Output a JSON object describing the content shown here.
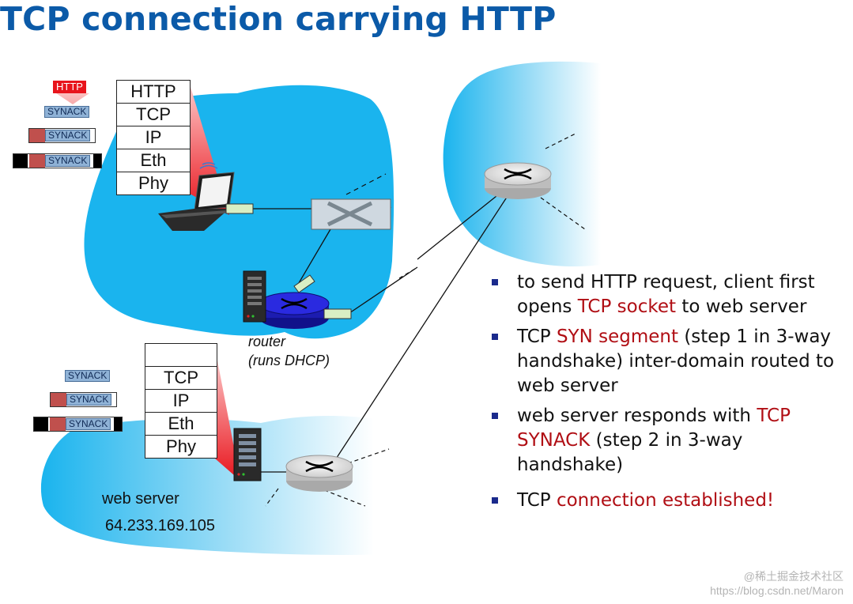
{
  "title": "TCP connection carrying HTTP",
  "client_stack": [
    "HTTP",
    "TCP",
    "IP",
    "Eth",
    "Phy"
  ],
  "server_stack": [
    "",
    "TCP",
    "IP",
    "Eth",
    "Phy"
  ],
  "client_packets": {
    "http_tag": "HTTP",
    "synack": "SYNACK"
  },
  "server_packets": {
    "synack": "SYNACK"
  },
  "router_label": {
    "line1": "router",
    "line2": "(runs DHCP)"
  },
  "web_server": {
    "name": "web server",
    "ip": "64.233.169.105"
  },
  "bullets": [
    {
      "parts": [
        {
          "t": "to send HTTP request, client first opens ",
          "c": ""
        },
        {
          "t": "TCP socket",
          "c": "red"
        },
        {
          "t": " to web server",
          "c": ""
        }
      ]
    },
    {
      "parts": [
        {
          "t": "TCP ",
          "c": ""
        },
        {
          "t": "SYN segment",
          "c": "red"
        },
        {
          "t": " (step 1 in 3-way handshake) inter-domain routed to web server",
          "c": ""
        }
      ]
    },
    {
      "parts": [
        {
          "t": "web server responds with ",
          "c": ""
        },
        {
          "t": "TCP SYNACK",
          "c": "red"
        },
        {
          "t": " (step 2 in 3-way handshake)",
          "c": ""
        }
      ]
    },
    {
      "parts": [
        {
          "t": "TCP ",
          "c": ""
        },
        {
          "t": "connection established!",
          "c": "red"
        }
      ]
    }
  ],
  "colors": {
    "title": "#0b5aa8",
    "cloud": "#1ab4ee",
    "highlight": "#b00e14",
    "bullet": "#1a2a8c",
    "packet_label": "#8fb2d6"
  },
  "watermark": {
    "line1": "@稀土掘金技术社区",
    "line2": "https://blog.csdn.net/Maron"
  }
}
